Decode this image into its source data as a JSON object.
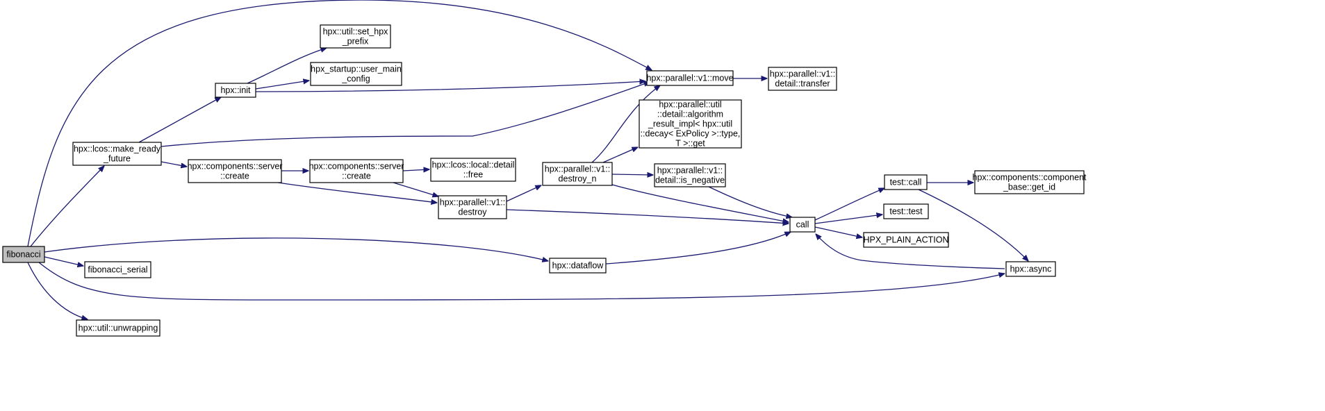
{
  "graph": {
    "nodes": [
      {
        "id": "fibonacci",
        "lines": [
          "fibonacci"
        ],
        "root": true
      },
      {
        "id": "fibonacci_serial",
        "lines": [
          "fibonacci_serial"
        ]
      },
      {
        "id": "unwrapping",
        "lines": [
          "hpx::util::unwrapping"
        ]
      },
      {
        "id": "make_ready_future",
        "lines": [
          "hpx::lcos::make_ready",
          "_future"
        ]
      },
      {
        "id": "init",
        "lines": [
          "hpx::init"
        ]
      },
      {
        "id": "set_hpx_prefix",
        "lines": [
          "hpx::util::set_hpx",
          "_prefix"
        ]
      },
      {
        "id": "user_main_config",
        "lines": [
          "hpx_startup::user_main",
          "_config"
        ]
      },
      {
        "id": "server_create1",
        "lines": [
          "hpx::components::server",
          "::create"
        ]
      },
      {
        "id": "server_create2",
        "lines": [
          "hpx::components::server",
          "::create"
        ]
      },
      {
        "id": "detail_free",
        "lines": [
          "hpx::lcos::local::detail",
          "::free"
        ]
      },
      {
        "id": "destroy",
        "lines": [
          "hpx::parallel::v1::",
          "destroy"
        ]
      },
      {
        "id": "destroy_n",
        "lines": [
          "hpx::parallel::v1::",
          "destroy_n"
        ]
      },
      {
        "id": "move",
        "lines": [
          "hpx::parallel::v1::move"
        ]
      },
      {
        "id": "transfer",
        "lines": [
          "hpx::parallel::v1::",
          "detail::transfer"
        ]
      },
      {
        "id": "algorithm_result",
        "lines": [
          "hpx::parallel::util",
          "::detail::algorithm",
          "_result_impl< hpx::util",
          "::decay< ExPolicy >::type,",
          "T >::get"
        ]
      },
      {
        "id": "is_negative",
        "lines": [
          "hpx::parallel::v1::",
          "detail::is_negative"
        ]
      },
      {
        "id": "dataflow",
        "lines": [
          "hpx::dataflow"
        ]
      },
      {
        "id": "call",
        "lines": [
          "call"
        ]
      },
      {
        "id": "test_call",
        "lines": [
          "test::call"
        ]
      },
      {
        "id": "test_test",
        "lines": [
          "test::test"
        ]
      },
      {
        "id": "plain_action",
        "lines": [
          "HPX_PLAIN_ACTION"
        ]
      },
      {
        "id": "get_id",
        "lines": [
          "hpx::components::component",
          "_base::get_id"
        ]
      },
      {
        "id": "async",
        "lines": [
          "hpx::async"
        ]
      }
    ],
    "edges": [
      {
        "from": "fibonacci",
        "to": "move"
      },
      {
        "from": "fibonacci",
        "to": "make_ready_future"
      },
      {
        "from": "fibonacci",
        "to": "dataflow"
      },
      {
        "from": "fibonacci",
        "to": "fibonacci_serial"
      },
      {
        "from": "fibonacci",
        "to": "async"
      },
      {
        "from": "fibonacci",
        "to": "unwrapping"
      },
      {
        "from": "make_ready_future",
        "to": "init"
      },
      {
        "from": "make_ready_future",
        "to": "move"
      },
      {
        "from": "make_ready_future",
        "to": "server_create1"
      },
      {
        "from": "init",
        "to": "set_hpx_prefix"
      },
      {
        "from": "init",
        "to": "user_main_config"
      },
      {
        "from": "init",
        "to": "move"
      },
      {
        "from": "server_create1",
        "to": "server_create2"
      },
      {
        "from": "server_create1",
        "to": "destroy"
      },
      {
        "from": "server_create2",
        "to": "detail_free"
      },
      {
        "from": "server_create2",
        "to": "destroy"
      },
      {
        "from": "destroy",
        "to": "destroy_n"
      },
      {
        "from": "destroy",
        "to": "call"
      },
      {
        "from": "destroy_n",
        "to": "move"
      },
      {
        "from": "destroy_n",
        "to": "algorithm_result"
      },
      {
        "from": "destroy_n",
        "to": "is_negative"
      },
      {
        "from": "destroy_n",
        "to": "call"
      },
      {
        "from": "move",
        "to": "transfer"
      },
      {
        "from": "is_negative",
        "to": "call"
      },
      {
        "from": "dataflow",
        "to": "call"
      },
      {
        "from": "call",
        "to": "test_call"
      },
      {
        "from": "call",
        "to": "test_test"
      },
      {
        "from": "call",
        "to": "plain_action"
      },
      {
        "from": "test_call",
        "to": "get_id"
      },
      {
        "from": "test_call",
        "to": "async"
      },
      {
        "from": "async",
        "to": "call"
      }
    ]
  }
}
